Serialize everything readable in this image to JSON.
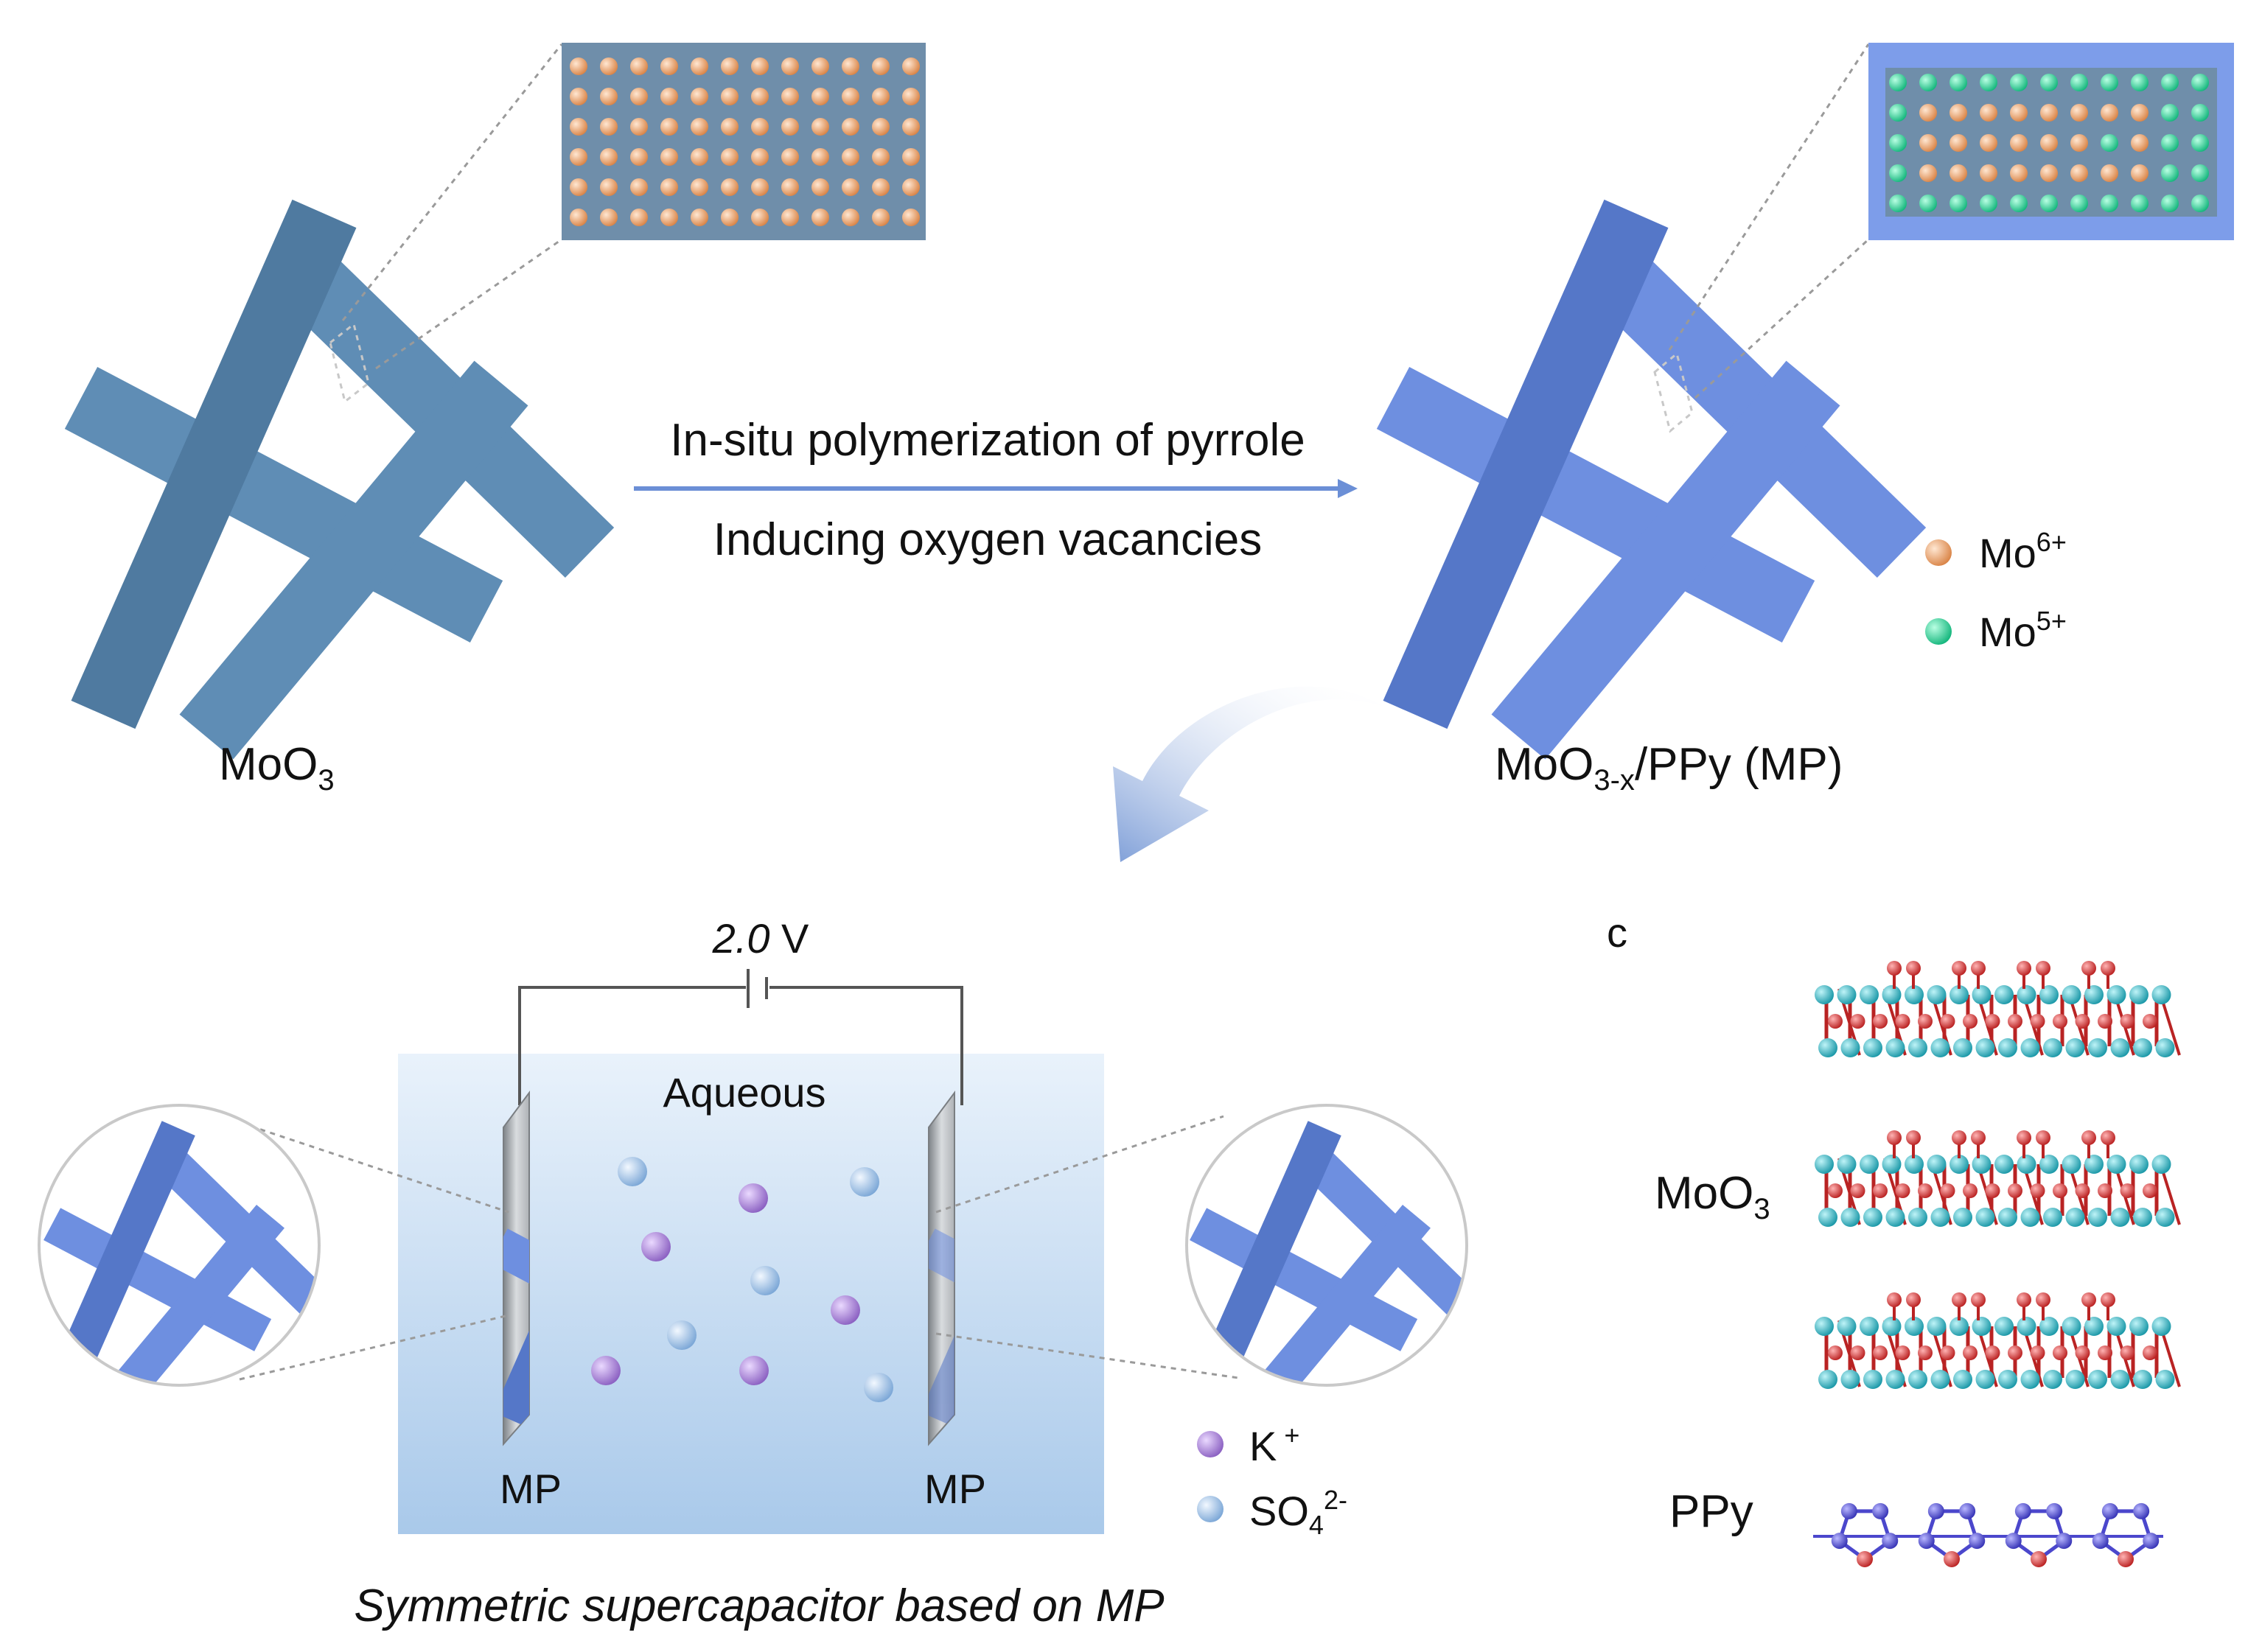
{
  "colors": {
    "rod_moo3": "#5f8db5",
    "rod_moo3_dark": "#4f7aa0",
    "rod_mp": "#6e8fe0",
    "rod_mp_dark": "#5577c8",
    "mo6": "#e79b62",
    "mo5": "#2ed89a",
    "k_ion": "#a57fd2",
    "so4_ion": "#9ec3ea",
    "lattice_bg": "#6f8eaa",
    "lattice_border_mp": "#7d9dea",
    "electrolyte_top": "#e9f2fb",
    "electrolyte_bottom": "#a9c9ea",
    "mo_atom": "#2eaebd",
    "o_atom": "#cf2b2b",
    "n_atom": "#d42424",
    "c_atom": "#4b47cc"
  },
  "top": {
    "moo3_label": {
      "main": "MoO",
      "sub": "3"
    },
    "arrow_text_top": "In-situ polymerization of pyrrole",
    "arrow_text_bottom": "Inducing oxygen vacancies",
    "mp_label": {
      "main": "MoO",
      "sub": "3-x",
      "rest": "/PPy (MP)"
    }
  },
  "legend_mo": [
    {
      "base": "Mo",
      "sup": "6+",
      "color_key": "mo6"
    },
    {
      "base": "Mo",
      "sup": "5+",
      "color_key": "mo5"
    }
  ],
  "device": {
    "voltage_value": "2.0",
    "voltage_unit": " V",
    "electrolyte_label": "Aqueous",
    "electrode_left_label": "MP",
    "electrode_right_label": "MP",
    "caption": "Symmetric supercapacitor based on MP"
  },
  "legend_ions": [
    {
      "base": "K",
      "sub": "",
      "sup": " +",
      "color_key": "k_ion"
    },
    {
      "base": "SO",
      "sub": "4",
      "sup": "2-",
      "color_key": "so4_ion"
    }
  ],
  "panel_c": {
    "letter": "c",
    "moo3_label": {
      "main": "MoO",
      "sub": "3"
    },
    "ppy_label": "PPy"
  }
}
